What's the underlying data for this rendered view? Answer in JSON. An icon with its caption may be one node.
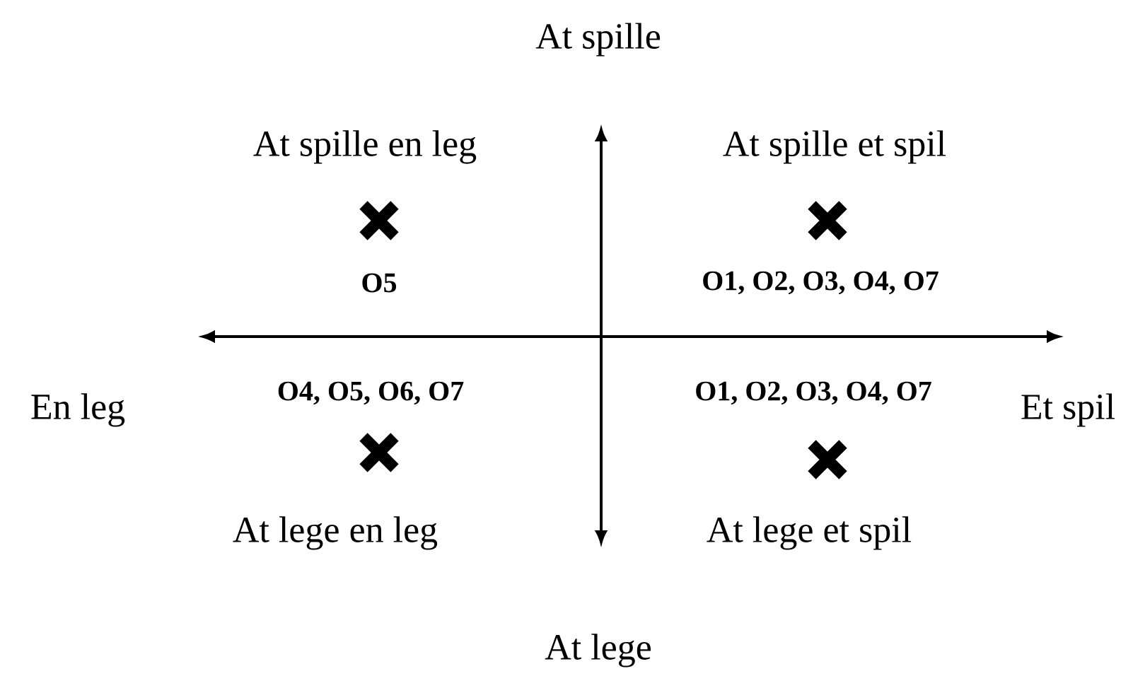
{
  "diagram": {
    "labels": [
      "At spille",
      "At spille en leg",
      "At spille et spil",
      "O5",
      "O1, O2, O3, O4, O7",
      "En leg",
      "O4, O5, O6, O7",
      "O1, O2, O3, O4, O7",
      "Et spil",
      "At lege en leg",
      "At lege et spil",
      "At lege"
    ]
  }
}
